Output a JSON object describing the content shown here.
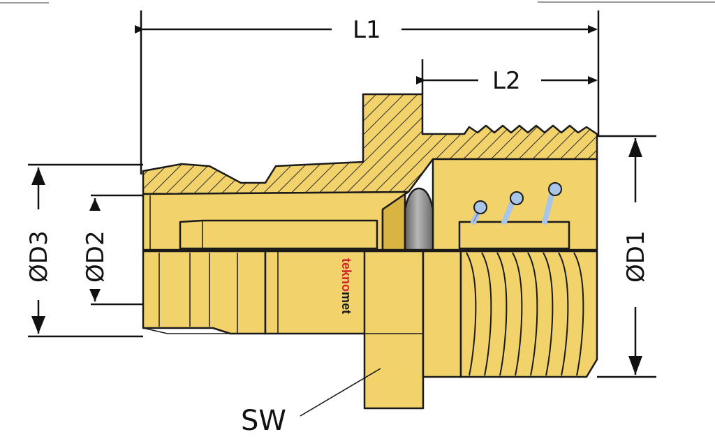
{
  "diagram": {
    "labels": {
      "L1": "L1",
      "L2": "L2",
      "D1": "ØD1",
      "D2": "ØD2",
      "D3": "ØD3",
      "SW": "SW"
    },
    "brand": {
      "part1": "tekno",
      "part2": "met"
    },
    "colors": {
      "brass": "#f2d26a",
      "brass_dark": "#d9b443",
      "outline": "#1a1a1a",
      "hatch": "#2a2a2a",
      "ball": "#8a8a8a",
      "spring": "#a9c6e8",
      "brand_red": "#d2232a"
    }
  }
}
